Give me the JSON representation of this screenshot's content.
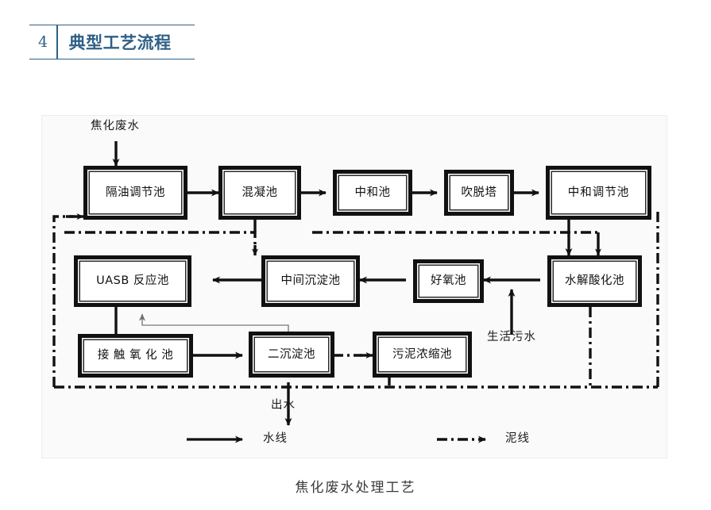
{
  "section": {
    "number": "4",
    "title": "典型工艺流程"
  },
  "figure": {
    "caption": "焦化废水处理工艺",
    "inlet_label": "焦化废水",
    "domestic_sewage_label": "生活污水",
    "effluent_label": "出水",
    "boxes": [
      {
        "id": "oil-separation-regulating-tank",
        "label": "隔油调节池"
      },
      {
        "id": "coagulation-tank",
        "label": "混凝池"
      },
      {
        "id": "neutralization-tank",
        "label": "中和池"
      },
      {
        "id": "stripping-tower",
        "label": "吹脱塔"
      },
      {
        "id": "neutralization-regulating-tank",
        "label": "中和调节池"
      },
      {
        "id": "uasb-reactor",
        "label": "UASB 反应池"
      },
      {
        "id": "intermediate-sedimentation-tank",
        "label": "中间沉淀池"
      },
      {
        "id": "aerobic-tank",
        "label": "好氧池"
      },
      {
        "id": "hydrolysis-acidification-tank",
        "label": "水解酸化池"
      },
      {
        "id": "contact-oxidation-tank",
        "label": "接 触 氧 化 池"
      },
      {
        "id": "secondary-sedimentation-tank",
        "label": "二沉淀池"
      },
      {
        "id": "sludge-thickening-tank",
        "label": "污泥浓缩池"
      }
    ],
    "legend": [
      {
        "id": "water-line",
        "label": "水线",
        "style": "solid"
      },
      {
        "id": "sludge-line",
        "label": "泥线",
        "style": "dash-dot"
      }
    ],
    "colors": {
      "accent": "#2e5f86",
      "line": "#111111",
      "box_border": "#111111",
      "canvas": "#fafafa",
      "return_line": "#8c8c8c"
    }
  }
}
